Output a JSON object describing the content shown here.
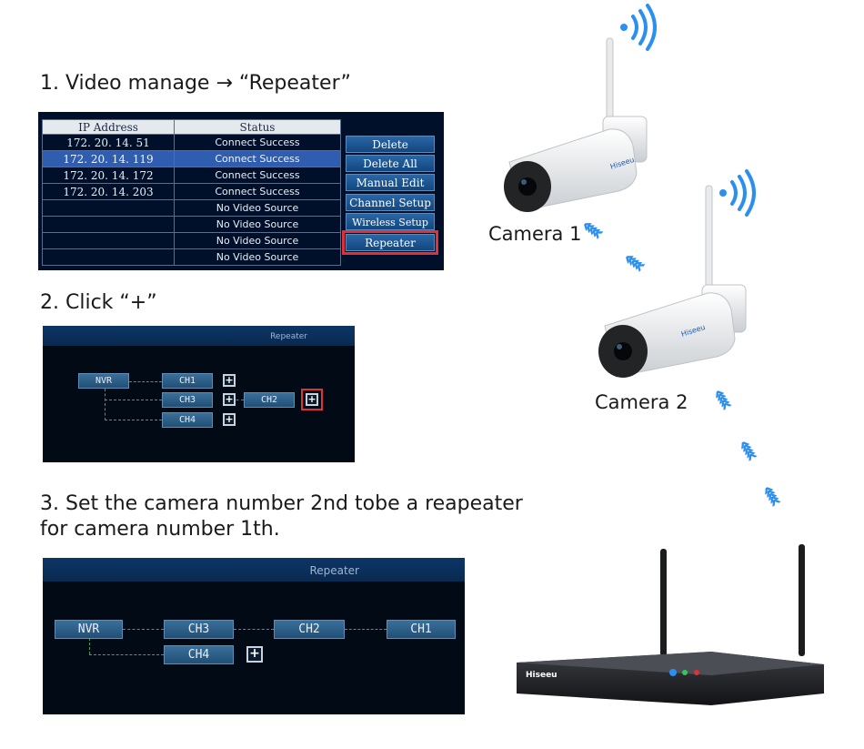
{
  "step1": {
    "label": "1. Video manage → “Repeater”"
  },
  "step2": {
    "label": "2. Click “+”"
  },
  "step3": {
    "line1": "3. Set the camera number 2nd tobe a reapeater",
    "line2": "for camera number 1th."
  },
  "panel1": {
    "headers": {
      "ip": "IP Address",
      "status": "Status"
    },
    "rows": [
      {
        "ip": "172. 20. 14. 51",
        "status": "Connect Success"
      },
      {
        "ip": "172. 20. 14. 119",
        "status": "Connect Success"
      },
      {
        "ip": "172. 20. 14. 172",
        "status": "Connect Success"
      },
      {
        "ip": "172. 20. 14. 203",
        "status": "Connect Success"
      },
      {
        "ip": "",
        "status": "No Video Source"
      },
      {
        "ip": "",
        "status": "No Video Source"
      },
      {
        "ip": "",
        "status": "No Video Source"
      },
      {
        "ip": "",
        "status": "No Video Source"
      }
    ],
    "buttons": {
      "delete": "Delete",
      "delete_all": "Delete All",
      "manual_edit": "Manual Edit",
      "channel_setup": "Channel Setup",
      "wireless_setup": "Wireless Setup",
      "repeater": "Repeater"
    }
  },
  "panel2": {
    "title": "Repeater",
    "nvr": "NVR",
    "ch1": "CH1",
    "ch3": "CH3",
    "ch2": "CH2",
    "ch4": "CH4",
    "plus": "+"
  },
  "panel3": {
    "title": "Repeater",
    "nvr": "NVR",
    "ch3": "CH3",
    "ch2": "CH2",
    "ch1": "CH1",
    "ch4": "CH4",
    "plus": "+"
  },
  "illustration": {
    "camera1": "Camera 1",
    "camera2": "Camera 2",
    "camera_brand": "Hiseeu",
    "nvr_brand": "Hiseeu",
    "chevron": "‹‹‹‹‹",
    "accent": "#2b8ff0"
  }
}
